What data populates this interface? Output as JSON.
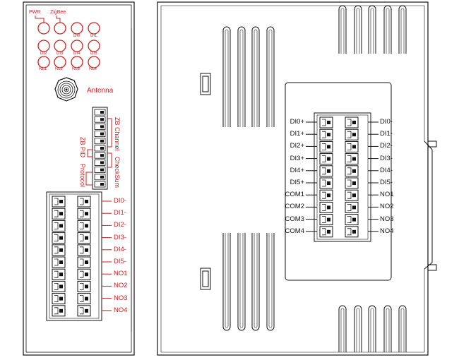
{
  "front_panel": {
    "indicator_labels": {
      "pwr": "PWR",
      "zigbee": "ZigBee",
      "row1": [
        "DI0",
        "DI1"
      ],
      "row2": [
        "DI2",
        "DI3",
        "DI4",
        "DI5"
      ],
      "row3": [
        "RL1",
        "RL2",
        "RL3",
        "RL4"
      ]
    },
    "antenna_label": "Antenna",
    "dip_labels": {
      "zb_channel": "ZB Channel",
      "checksum": "CheckSum",
      "zb_pid": "ZB PID",
      "protocol": "Protocol"
    },
    "terminal_labels": [
      "DI0-",
      "DI1-",
      "DI2-",
      "DI3-",
      "DI4-",
      "DI5-",
      "NO1",
      "NO2",
      "NO3",
      "NO4"
    ]
  },
  "side_panel": {
    "left_labels": [
      "DI0+",
      "DI1+",
      "DI2+",
      "DI3+",
      "DI4+",
      "DI5+",
      "COM1",
      "COM2",
      "COM3",
      "COM4"
    ],
    "right_labels": [
      "DI0-",
      "DI1-",
      "DI2-",
      "DI3-",
      "DI4-",
      "DI5-",
      "NO1",
      "NO2",
      "NO3",
      "NO4"
    ]
  }
}
